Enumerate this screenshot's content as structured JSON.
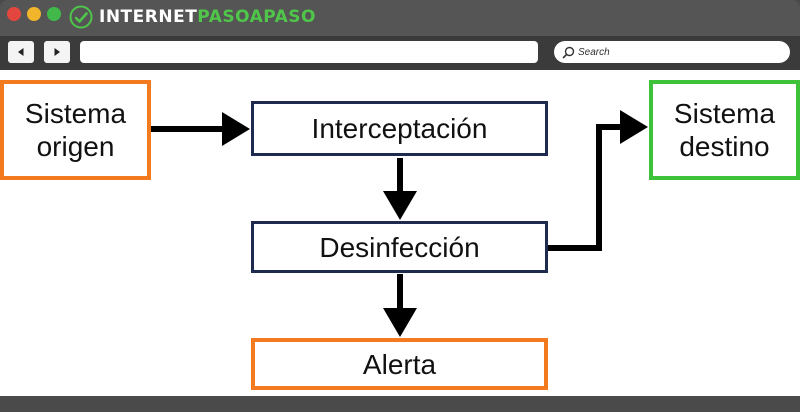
{
  "browser": {
    "logo": {
      "text_main": "INTERNET",
      "text_accent": "PASOAPASO"
    },
    "search": {
      "placeholder": "Search"
    }
  },
  "diagram": {
    "nodes": {
      "source": {
        "line1": "Sistema",
        "line2": "origen"
      },
      "intercept": {
        "label": "Interceptación"
      },
      "disinfect": {
        "label": "Desinfección"
      },
      "alert": {
        "label": "Alerta"
      },
      "destination": {
        "line1": "Sistema",
        "line2": "destino"
      }
    },
    "colors": {
      "orange": "#f47a20",
      "navy": "#1e2a4e",
      "green": "#3ec23a",
      "arrow": "#000000"
    }
  }
}
